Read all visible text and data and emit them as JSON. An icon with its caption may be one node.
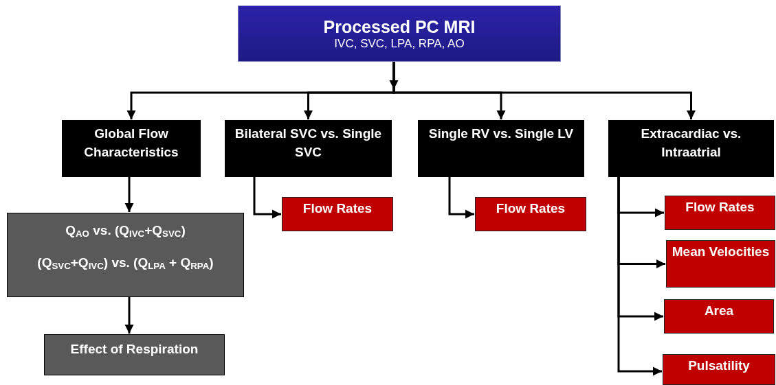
{
  "diagram": {
    "nodes": [
      {
        "text": [
          "Processed PC MRI",
          "IVC, SVC, LPA, RPA, AO"
        ]
      },
      {
        "text": [
          "Global Flow Characteristics"
        ]
      },
      {
        "text": [
          "Bilateral SVC vs. Single SVC"
        ]
      },
      {
        "text": [
          "Single RV vs. Single LV"
        ]
      },
      {
        "text": [
          "Extracardiac vs. Intraatrial"
        ]
      },
      {
        "text": [
          "Q$_{AO}$ vs. (Q$_{IVC}$+Q$_{SVC}$)",
          "(Q$_{SVC}$+Q$_{IVC}$) vs. (Q$_{LPA}$ + Q$_{RPA}$)"
        ]
      },
      {
        "text": [
          "Effect of Respiration"
        ]
      },
      {
        "text": [
          "Flow Rates"
        ]
      },
      {
        "text": [
          "Flow Rates"
        ]
      },
      {
        "text": [
          "Flow Rates"
        ]
      },
      {
        "text": [
          "Mean Velocities"
        ]
      },
      {
        "text": [
          "Area"
        ]
      },
      {
        "text": [
          "Pulsatility"
        ]
      }
    ],
    "edges": [
      {
        "from": 0,
        "to": 1,
        "arrow": "to"
      },
      {
        "from": 0,
        "to": 2,
        "arrow": "to"
      },
      {
        "from": 0,
        "to": 3,
        "arrow": "to"
      },
      {
        "from": 0,
        "to": 4,
        "arrow": "to"
      },
      {
        "from": 1,
        "to": 5,
        "arrow": "to"
      },
      {
        "from": 5,
        "to": 6,
        "arrow": "to"
      },
      {
        "from": 2,
        "to": 7,
        "arrow": "to"
      },
      {
        "from": 3,
        "to": 8,
        "arrow": "to"
      },
      {
        "from": 4,
        "to": 9,
        "arrow": "to"
      },
      {
        "from": 4,
        "to": 10,
        "arrow": "to"
      },
      {
        "from": 4,
        "to": 11,
        "arrow": "to"
      },
      {
        "from": 4,
        "to": 12,
        "arrow": "to"
      }
    ]
  }
}
